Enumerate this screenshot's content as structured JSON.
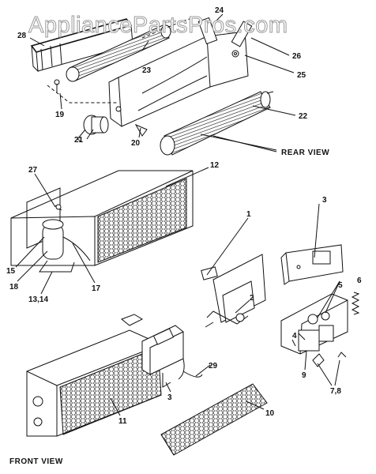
{
  "watermark": "AppliancePartsPros.com",
  "view_labels": {
    "rear": "REAR  VIEW",
    "front": "FRONT  VIEW"
  },
  "callouts": {
    "c1": "1",
    "c2": "2",
    "c3a": "3",
    "c3b": "3",
    "c4": "4",
    "c5": "5",
    "c6": "6",
    "c78": "7,8",
    "c9": "9",
    "c10": "10",
    "c11": "11",
    "c12": "12",
    "c1314": "13,14",
    "c15": "15",
    "c17": "17",
    "c18": "18",
    "c19": "19",
    "c20": "20",
    "c21": "21",
    "c22": "22",
    "c23": "23",
    "c24": "24",
    "c25": "25",
    "c26": "26",
    "c27": "27",
    "c28": "28",
    "c29": "29"
  }
}
